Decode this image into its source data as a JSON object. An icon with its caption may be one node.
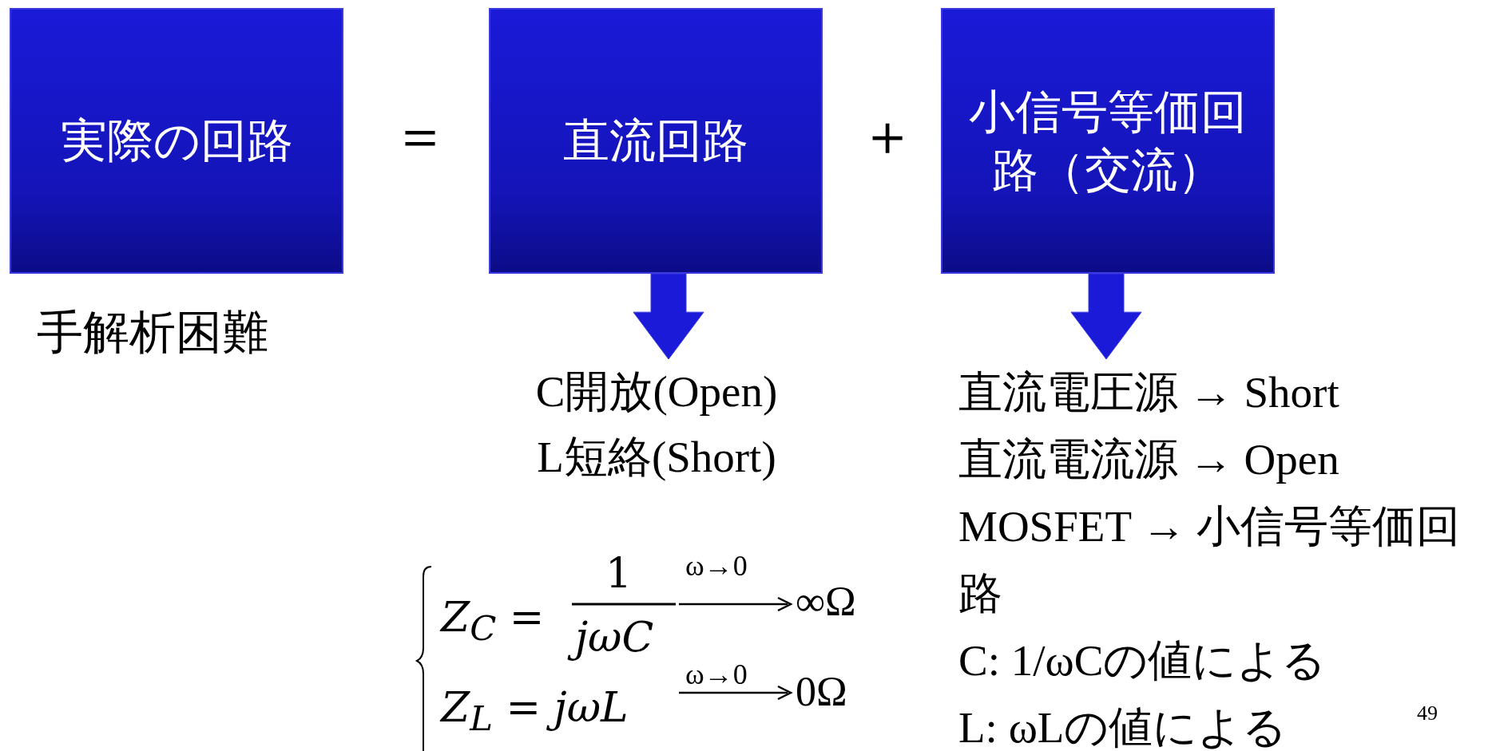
{
  "diagram": {
    "nodes": [
      {
        "text": [
          "実際の回路"
        ]
      },
      {
        "text": [
          "直流回路"
        ]
      },
      {
        "text": [
          "小信号等価回路（交流）"
        ]
      },
      {
        "text": [
          "C開放(Open)",
          "L短絡(Short)"
        ]
      },
      {
        "text": [
          "直流電圧源 → Short",
          "直流電流源 → Open",
          "MOSFET → 小信号等価回路",
          "C: 1/ωCの値による",
          "L: ωLの値による"
        ]
      }
    ],
    "edges": [
      {
        "from": 1,
        "to": 3,
        "arrow": "to"
      },
      {
        "from": 2,
        "to": 4,
        "arrow": "to"
      }
    ],
    "labels": [
      "＝",
      "＋",
      "手解析困難",
      "*Z*$_{C}$ =",
      "1",
      "jωC",
      "ω→0",
      "∞Ω",
      "*Z*$_{L}$ = *jωL*",
      "ω→0",
      "0Ω",
      "49"
    ]
  }
}
